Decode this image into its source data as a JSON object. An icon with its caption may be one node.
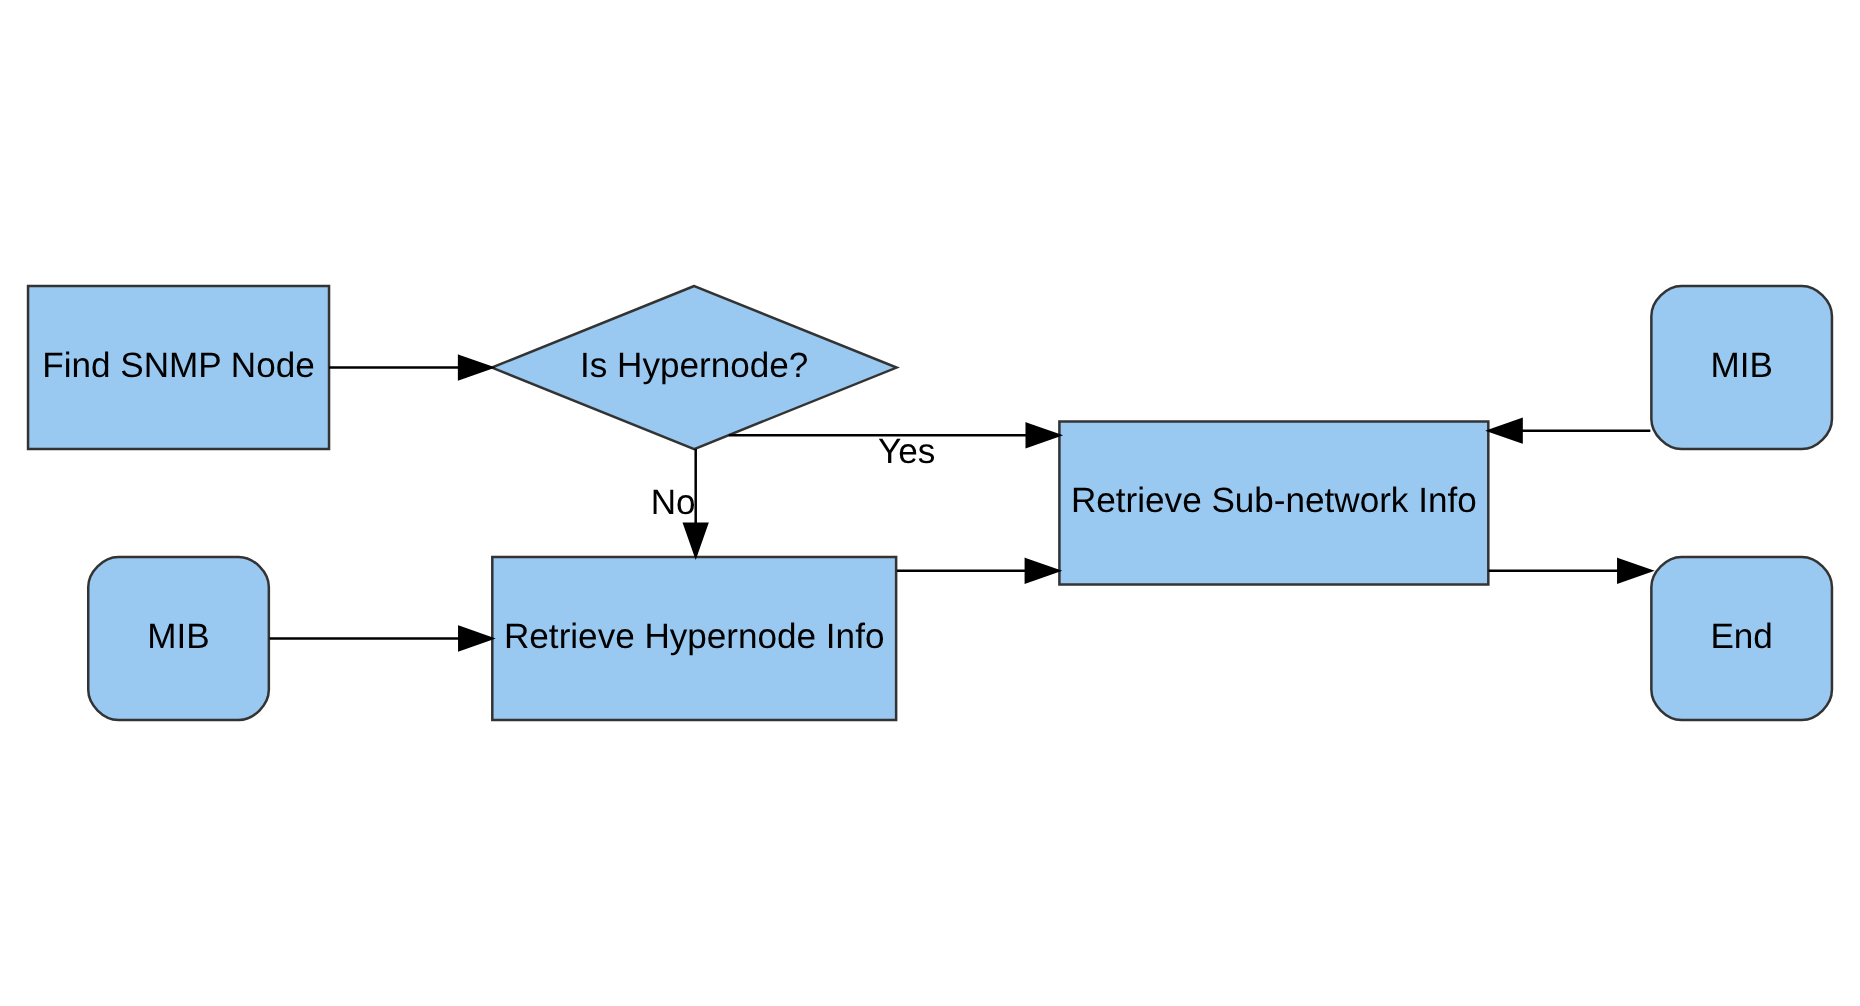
{
  "diagram": {
    "nodes": [
      {
        "text": [
          "Find SNMP Node"
        ]
      },
      {
        "text": [
          "Is Hypernode?"
        ]
      },
      {
        "text": [
          "Retrieve Sub-network Info"
        ]
      },
      {
        "text": [
          "MIB"
        ]
      },
      {
        "text": [
          "MIB"
        ]
      },
      {
        "text": [
          "Retrieve Hypernode Info"
        ]
      },
      {
        "text": [
          "End"
        ]
      }
    ],
    "edges": [
      {
        "from": 0,
        "to": 1,
        "arrow": "to"
      },
      {
        "from": 1,
        "to": 2,
        "arrow": "to",
        "label": "Yes"
      },
      {
        "from": 1,
        "to": 5,
        "arrow": "to",
        "label": "No"
      },
      {
        "from": 4,
        "to": 5,
        "arrow": "to"
      },
      {
        "from": 5,
        "to": 2,
        "arrow": "to"
      },
      {
        "from": 3,
        "to": 2,
        "arrow": "to"
      },
      {
        "from": 2,
        "to": 6,
        "arrow": "to"
      }
    ]
  }
}
